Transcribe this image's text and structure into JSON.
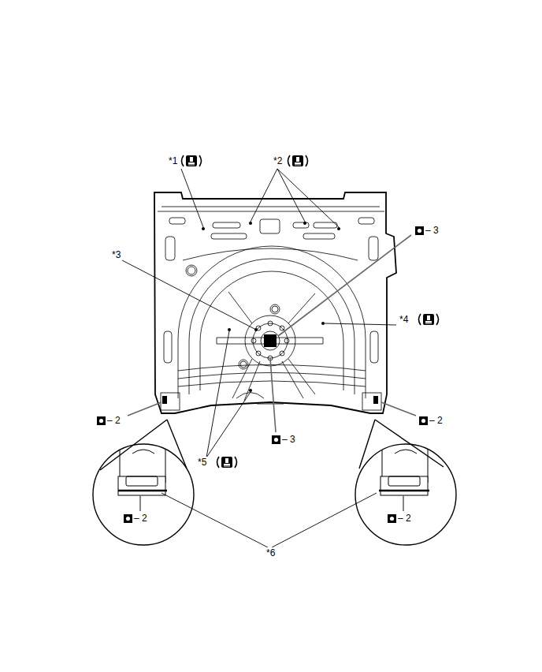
{
  "diagram": {
    "labels": [
      "*1",
      "*2",
      "– 3",
      "*3",
      "*4",
      "– 2",
      "– 2",
      "– 3",
      "*5",
      "– 2",
      "– 2",
      "*6"
    ]
  }
}
